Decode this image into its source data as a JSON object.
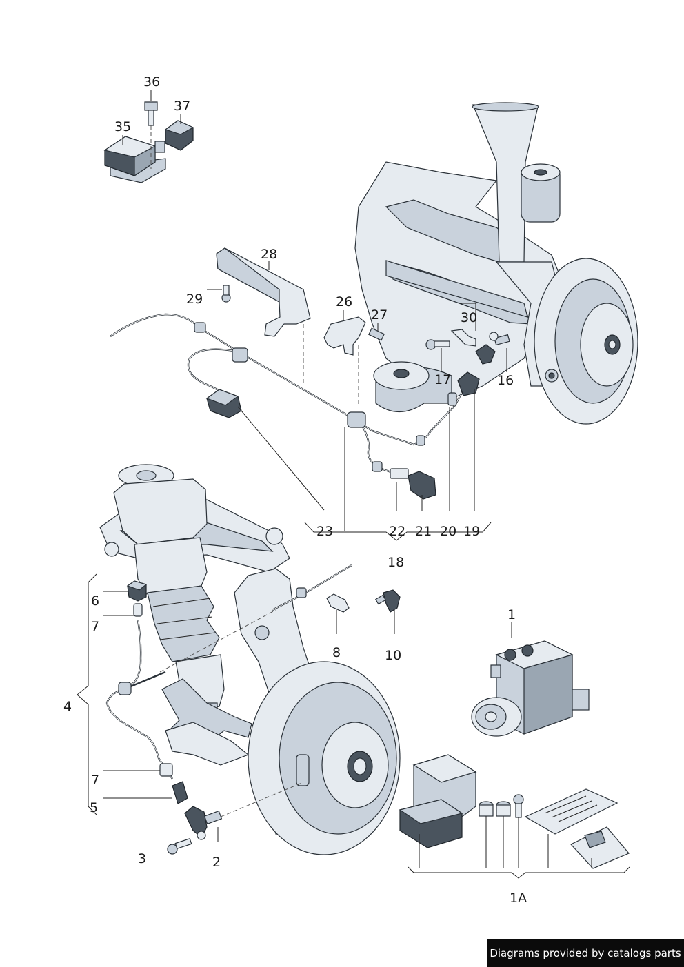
{
  "labels": {
    "p1": "1",
    "p1A": "1A",
    "p2": "2",
    "p3": "3",
    "p4": "4",
    "p5": "5",
    "p6": "6",
    "p7a": "7",
    "p7b": "7",
    "p8": "8",
    "p10": "10",
    "p16": "16",
    "p17": "17",
    "p18": "18",
    "p19": "19",
    "p20": "20",
    "p21": "21",
    "p22": "22",
    "p23": "23",
    "p26": "26",
    "p27": "27",
    "p28": "28",
    "p29": "29",
    "p30": "30",
    "p35": "35",
    "p36": "36",
    "p37": "37"
  },
  "watermark": "Diagrams provided by catalogs parts"
}
